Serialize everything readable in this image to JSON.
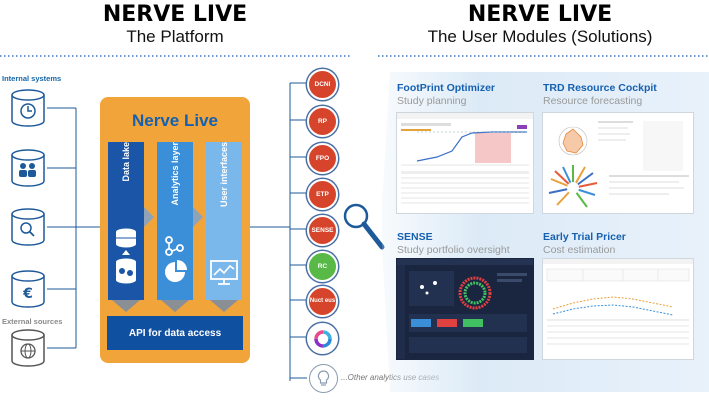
{
  "left_header": {
    "title": "NERVE LIVE",
    "subtitle": "The Platform"
  },
  "right_header": {
    "title": "NERVE LIVE",
    "subtitle": "The User Modules (Solutions)"
  },
  "internal_label": "Internal systems",
  "external_label": "External sources",
  "platform": {
    "title": "Nerve Live",
    "columns": [
      "Data lake",
      "Analytics layer",
      "User interfaces"
    ],
    "api_label": "API for data access"
  },
  "modules": [
    "DCNI",
    "RP",
    "FPO",
    "ETP",
    "SENSE",
    "RC",
    "Nuct eus"
  ],
  "other_use_cases": "...Other analytics use cases",
  "solutions": [
    {
      "title": "FootPrint Optimizer",
      "subtitle": "Study planning"
    },
    {
      "title": "TRD Resource Cockpit",
      "subtitle": "Resource forecasting"
    },
    {
      "title": "SENSE",
      "subtitle": "Study portfolio oversight"
    },
    {
      "title": "Early Trial Pricer",
      "subtitle": "Cost estimation"
    }
  ],
  "icons": [
    "clock-icon",
    "people-icon",
    "search-icon",
    "euro-icon",
    "globe-icon",
    "magnifier-icon",
    "lightbulb-icon",
    "donut-icon"
  ],
  "colors": {
    "platform_orange": "#f0a43a",
    "platform_title_blue": "#1560b0",
    "module_red": "#d6452b",
    "api_blue": "#1050a0",
    "dashboard_dark": "#1a2540"
  }
}
